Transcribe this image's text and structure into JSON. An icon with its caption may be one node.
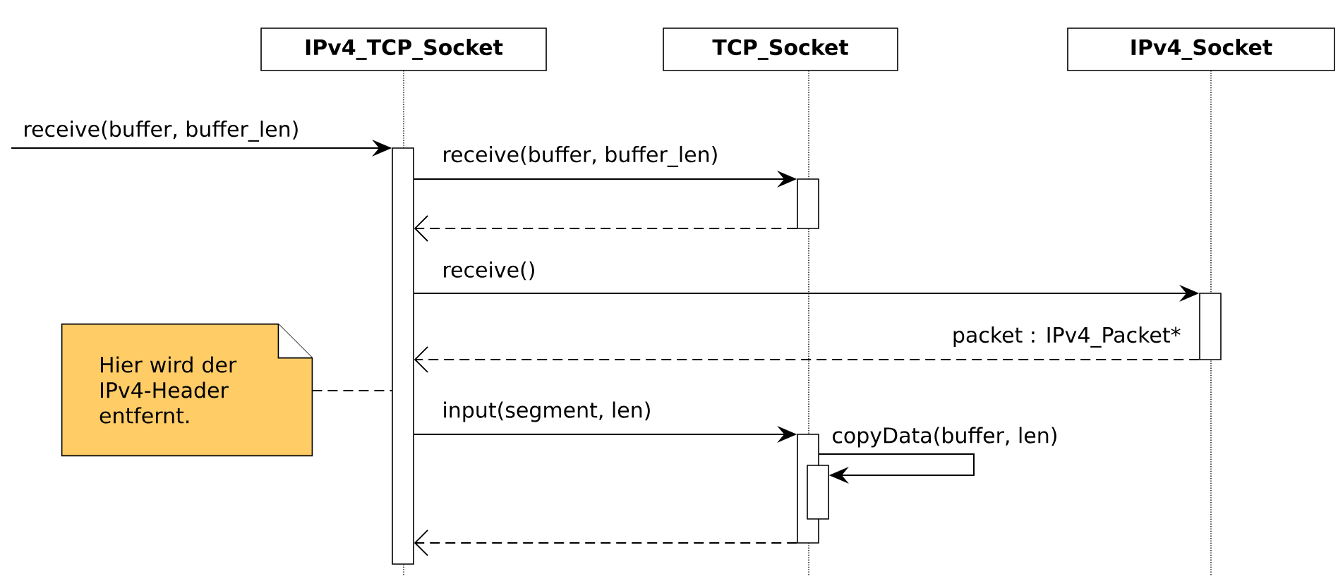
{
  "diagram": {
    "nodes": [
      {
        "text": [
          "IPv4_TCP_Socket"
        ]
      },
      {
        "text": [
          "TCP_Socket"
        ]
      },
      {
        "text": [
          "IPv4_Socket"
        ]
      },
      {
        "text": [],
        "shape": "bar"
      },
      {
        "text": [],
        "shape": "bar"
      },
      {
        "text": [],
        "shape": "bar"
      },
      {
        "text": [],
        "shape": "bar"
      },
      {
        "text": [],
        "shape": "bar"
      },
      {
        "text": [
          "Hier wird der IPv4-Header entfernt."
        ]
      }
    ],
    "edges": [
      {
        "from": null,
        "to": 3,
        "arrow": "to",
        "label": "receive(buffer, buffer_len)"
      },
      {
        "from": 3,
        "to": 4,
        "arrow": "to",
        "label": "receive(buffer, buffer_len)"
      },
      {
        "from": 4,
        "to": 3,
        "arrow": "to",
        "style": "dashed"
      },
      {
        "from": 3,
        "to": 5,
        "arrow": "to",
        "label": "receive()"
      },
      {
        "from": 5,
        "to": 3,
        "arrow": "to",
        "style": "dashed",
        "label": "packet : IPv4_Packet*"
      },
      {
        "from": 3,
        "to": 6,
        "arrow": "to",
        "label": "input(segment, len)"
      },
      {
        "from": 6,
        "to": 7,
        "arrow": "to",
        "label": "copyData(buffer, len)"
      },
      {
        "from": 6,
        "to": 3,
        "arrow": "to",
        "style": "dashed"
      },
      {
        "from": 8,
        "to": 3,
        "arrow": "none",
        "style": "dashed"
      }
    ]
  }
}
